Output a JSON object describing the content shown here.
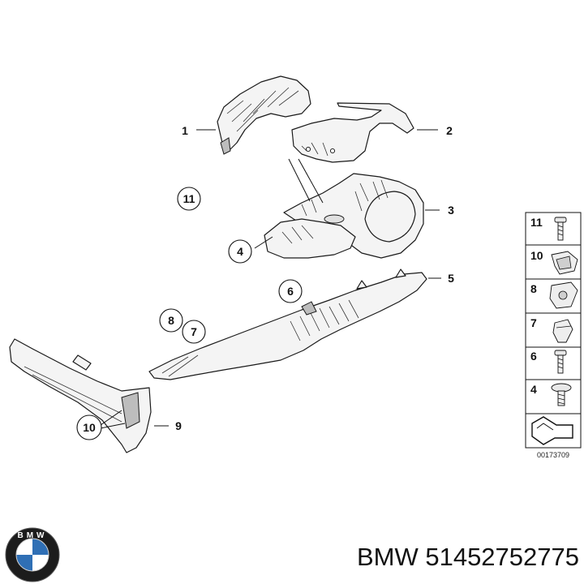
{
  "callouts": {
    "c1": "1",
    "c2": "2",
    "c3": "3",
    "c4": "4",
    "c5": "5",
    "c6": "6",
    "c7": "7",
    "c8": "8",
    "c9": "9",
    "c10": "10",
    "c11": "11"
  },
  "legend": {
    "items": [
      "11",
      "10",
      "8",
      "7",
      "6",
      "4"
    ],
    "code": "00173709"
  },
  "brand": {
    "logo_letters": "BMW",
    "caption": "BMW 51452752775"
  },
  "colors": {
    "line": "#1a1a1a",
    "logo_blue": "#2f6fb5",
    "logo_ring": "#1c1c1c"
  }
}
